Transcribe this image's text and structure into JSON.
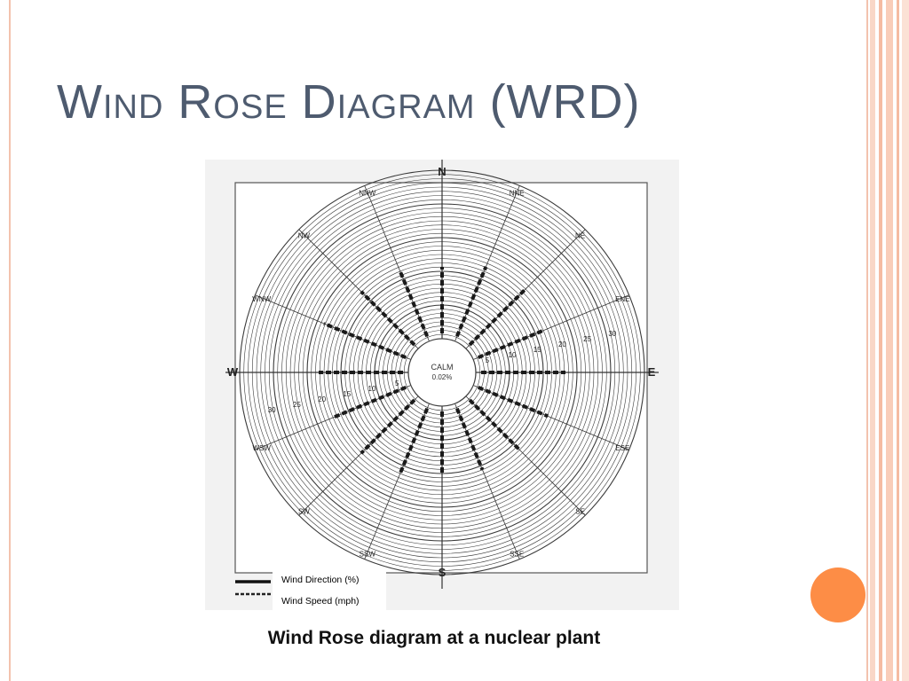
{
  "slide": {
    "title": "Wind Rose Diagram (WRD)",
    "caption": "Wind Rose diagram at a nuclear plant",
    "accent_color": "#fd8d46",
    "title_color": "#4e5b6f",
    "border_color": "#f3c2ae"
  },
  "diagram": {
    "directions": [
      "N",
      "NNE",
      "NE",
      "ENE",
      "E",
      "ESE",
      "SE",
      "SSE",
      "S",
      "SSW",
      "SW",
      "WSW",
      "W",
      "WNW",
      "NW",
      "NNW"
    ],
    "calm_label": "CALM",
    "calm_value": "0.02%",
    "scale_labels": [
      "5",
      "10",
      "15",
      "20",
      "25",
      "30"
    ],
    "legend": {
      "direction_label": "Wind Direction (%)",
      "speed_label": "Wind Speed (mph)"
    }
  }
}
